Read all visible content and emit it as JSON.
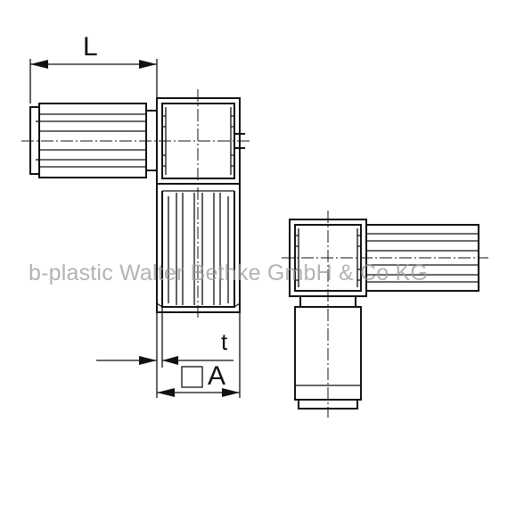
{
  "labels": {
    "length": "L",
    "thickness": "t",
    "square_size": "A"
  },
  "watermark": "b-plastic Walter Bethke GmbH & Co KG",
  "colors": {
    "line": "#111111",
    "watermark": "#9a9a9a",
    "background": "#ffffff"
  }
}
